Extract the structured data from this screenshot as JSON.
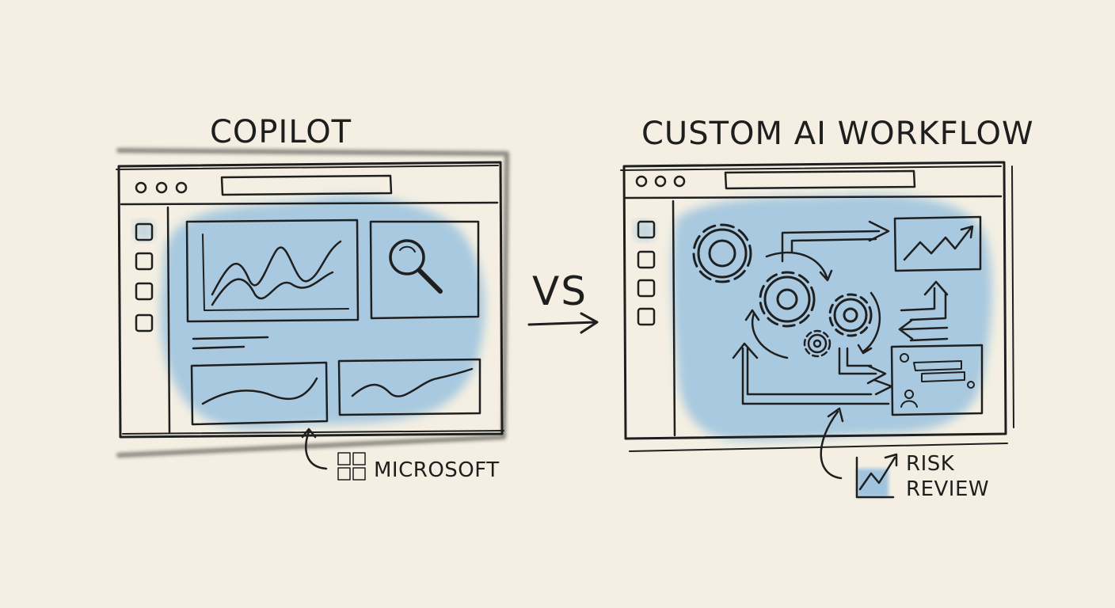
{
  "left_panel": {
    "title": "COPILOT",
    "brand_label": "MICROSOFT",
    "brand_icon": "microsoft-logo-icon",
    "brand_colors": [
      "#e46f3c",
      "#8bbc4a",
      "#4f8fcf",
      "#e2b441"
    ]
  },
  "divider": {
    "label": "VS",
    "icon": "arrow-right-icon"
  },
  "right_panel": {
    "title": "CUSTOM AI WORKFLOW",
    "badge_label_line1": "RISK",
    "badge_label_line2": "REVIEW",
    "badge_icon": "trend-chart-icon"
  },
  "colors": {
    "paper": "#f4efe2",
    "ink": "#1f1f1f",
    "wash": "#6aa9dc"
  }
}
